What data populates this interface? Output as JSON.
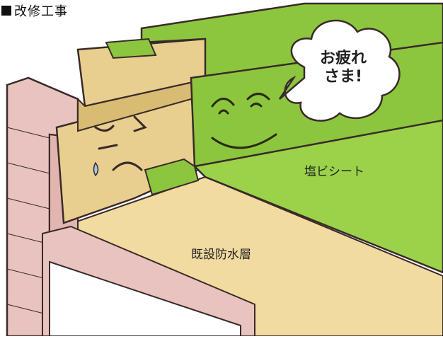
{
  "title": "改修工事",
  "labels": {
    "pvc_sheet": "塩ビシート",
    "existing_layer": "既設防水層"
  },
  "speech_bubble": {
    "line1": "お疲れ",
    "line2": "さま!"
  },
  "colors": {
    "green_sheet": "#8cc63f",
    "green_dark": "#5d8f1f",
    "existing_layer": "#f2dba0",
    "existing_layer_dark": "#e6c67a",
    "brick": "#e8c3bf",
    "brick_outline": "#3a2a28"
  }
}
